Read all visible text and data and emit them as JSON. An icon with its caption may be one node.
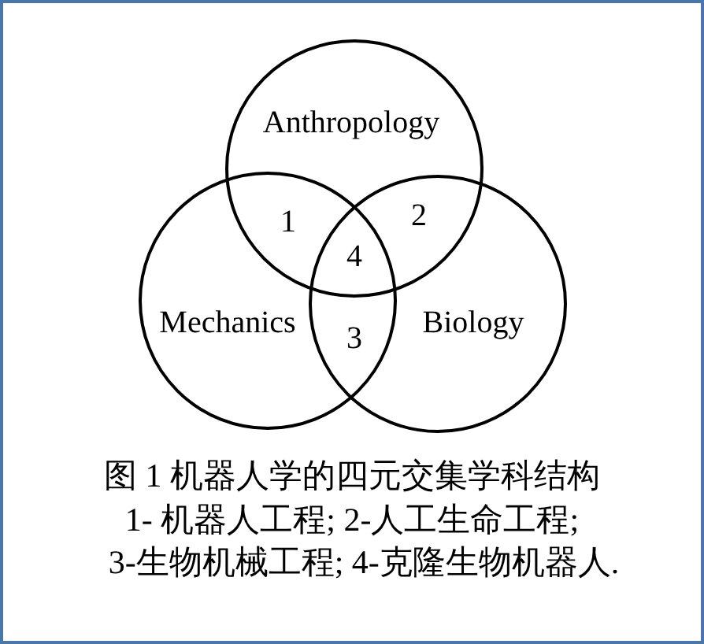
{
  "diagram": {
    "caption": "图 1 机器人学的四元交集学科结构",
    "nodes": [
      {
        "text": [
          "Anthropology"
        ]
      },
      {
        "text": [
          "Mechanics"
        ]
      },
      {
        "text": [
          "Biology"
        ]
      }
    ],
    "labels": [
      "1",
      "2",
      "4",
      "3",
      "1- 机器人工程; 2-人工生命工程;",
      "3-生物机械工程; 4-克隆生物机器人."
    ]
  }
}
